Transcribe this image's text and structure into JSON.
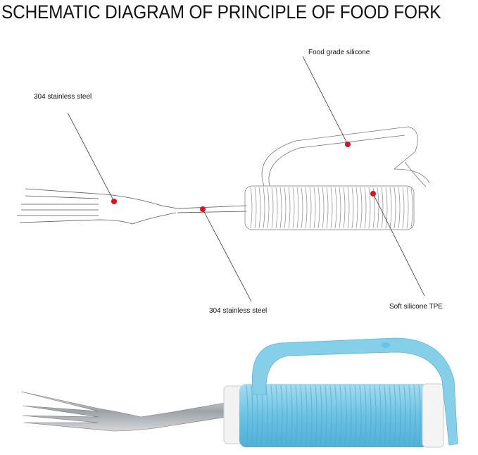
{
  "title": "SCHEMATIC DIAGRAM OF PRINCIPLE OF FOOD FORK",
  "callouts": [
    {
      "label": "Food grade silicone"
    },
    {
      "label": "304 stainless steel"
    },
    {
      "label": "304 stainless steel"
    },
    {
      "label": "Soft silicone TPE"
    }
  ],
  "colors": {
    "marker": "#e0101e",
    "handle": "#7ccbe8",
    "strap": "#86cfe9",
    "steel": "#b9bcc0"
  }
}
